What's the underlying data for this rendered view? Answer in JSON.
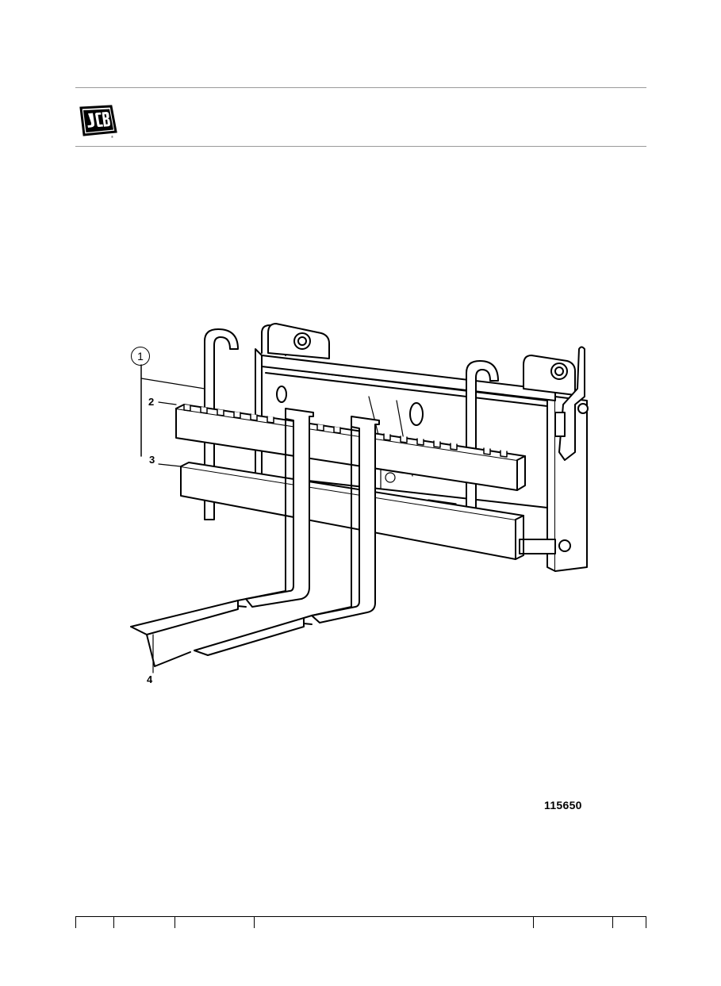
{
  "header": {
    "logo_text": "JCB"
  },
  "figure": {
    "callouts": {
      "c1": "1",
      "c2": "2",
      "c3": "3",
      "c4": "4"
    },
    "number": "115650"
  },
  "footer": {
    "cells": [
      "",
      "",
      "",
      "",
      "",
      ""
    ]
  }
}
